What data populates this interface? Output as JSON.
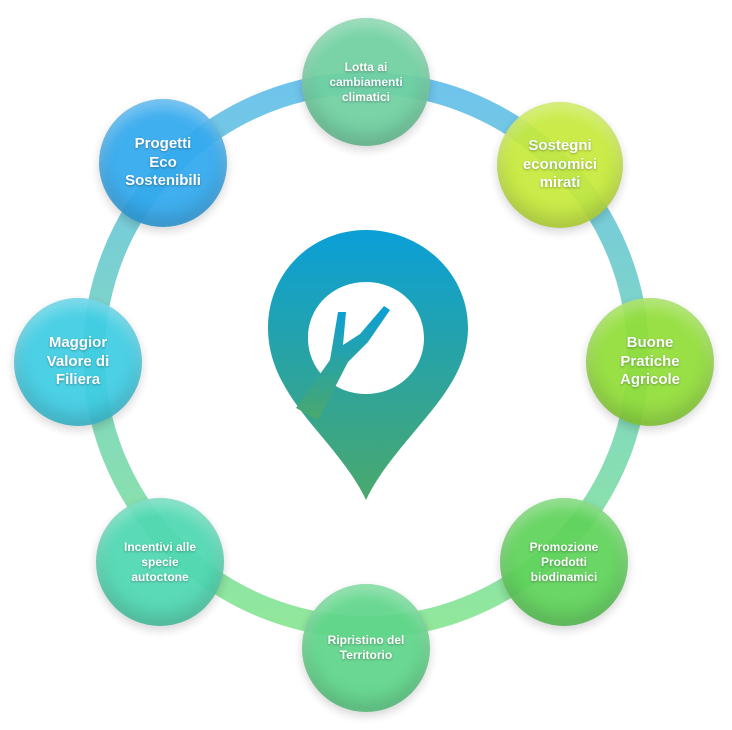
{
  "nodes": [
    {
      "label": "Lotta ai\ncambiamenti\nclimatici",
      "color": "#6fd0a0"
    },
    {
      "label": "Sostegni\neconomici\nmirati",
      "color": "#c6ea3c"
    },
    {
      "label": "Buone\nPratiche\nAgricole",
      "color": "#92de3a"
    },
    {
      "label": "Promozione\nProdotti\nbiodinamici",
      "color": "#5fd35a"
    },
    {
      "label": "Ripristino del\nTerritorio",
      "color": "#5fd68a"
    },
    {
      "label": "Incentivi alle\nspecie\nautoctone",
      "color": "#4fd8b2"
    },
    {
      "label": "Maggior\nValore di\nFiliera",
      "color": "#3fcde4"
    },
    {
      "label": "Progetti\nEco\nSostenibili",
      "color": "#32a9ee"
    }
  ],
  "colors": {
    "ring_top": "#3fb0e6",
    "ring_bottom": "#6ce07a",
    "logo_top": "#0a9fd8",
    "logo_bottom": "#4aa86c"
  }
}
